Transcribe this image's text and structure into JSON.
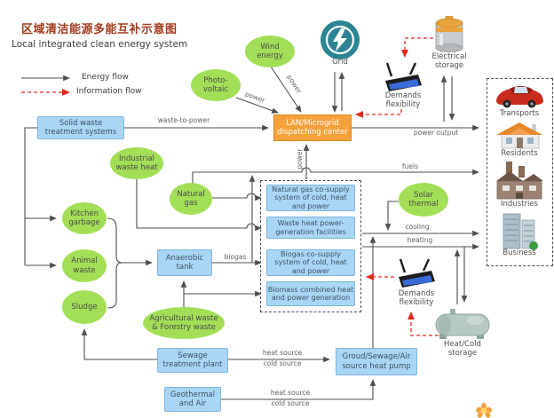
{
  "header": {
    "title_zh": "区域清洁能源多能互补示意图",
    "subtitle_en": "Local integrated clean energy system"
  },
  "legend": {
    "energy": "Energy flow",
    "info": "Information flow"
  },
  "nodes": {
    "solid_waste": "Solid waste\ntreatment systems",
    "lan": "LAN/Microgrid\ndispatching center",
    "wind": "Wind\nenergy",
    "pv": "Photo-\nvoltaic",
    "grid": "Grid",
    "industrial_waste_heat": "Industrial\nwaste heat",
    "natural_gas": "Natural\ngas",
    "kitchen": "Kitchen\ngarbage",
    "animal": "Animal\nwaste",
    "sludge": "Sludge",
    "anaerobic": "Anaerobic\ntank",
    "agricultural": "Agricultural waste\n& Forestry waste",
    "solar": "Solar\nthermal",
    "sewage": "Sewage\ntreatment plant",
    "heat_pump": "Groud/Sewage/Air\nsource heat pump",
    "geothermal": "Geothermal\nand Air",
    "electrical_storage": "Electrical\nstorage",
    "demands_flexibility": "Demands\nflexibility",
    "heat_cold_storage": "Heat/Cold\nstorage"
  },
  "facilities": [
    "Natural gas co-supply\nsystem of cold, heat\nand power",
    "Waste heat power-\ngeneration facilities",
    "Biogas co-supply\nsystem of cold, heat\nand power",
    "Biomass combined heat\nand power generation"
  ],
  "consumers": [
    "Transports",
    "Residents",
    "Industries",
    "Business"
  ],
  "flow_labels": {
    "waste_to_power": "waste-to-power",
    "power": "power",
    "power_output": "power output",
    "fuels": "fuels",
    "biogas": "biogas",
    "cooling": "cooling",
    "heating": "heating",
    "heat_source": "heat source",
    "cold_source": "cold source"
  },
  "colors": {
    "node_green": "#A2DF57",
    "node_blue": "#A9D6F4",
    "accent_orange": "#F4A13B",
    "grid_teal": "#2B8492",
    "info_red": "#E2261A",
    "energy_line": "#4d4d4d",
    "title_red": "#A33B1E"
  }
}
